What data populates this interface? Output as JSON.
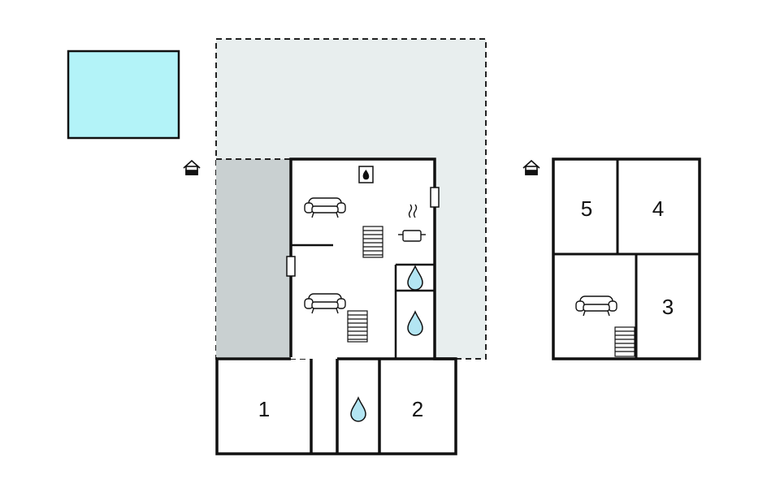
{
  "rooms": {
    "ground_left": "1",
    "ground_right": "2",
    "upper_bottom_right": "3",
    "upper_top_right": "4",
    "upper_top_left": "5"
  },
  "colors": {
    "pool": "#b3f3f8",
    "terrace": "#e8eeee",
    "covered_area": "#c9d0d1",
    "water_drop": "#b3e5f2",
    "wall": "#111111"
  },
  "icons": [
    "pool",
    "terrace",
    "covered-terrace",
    "fireplace-icon",
    "sofa-icon",
    "stairs-icon",
    "cooking-pot-icon",
    "water-drop-icon",
    "house-icon",
    "door-marker"
  ]
}
